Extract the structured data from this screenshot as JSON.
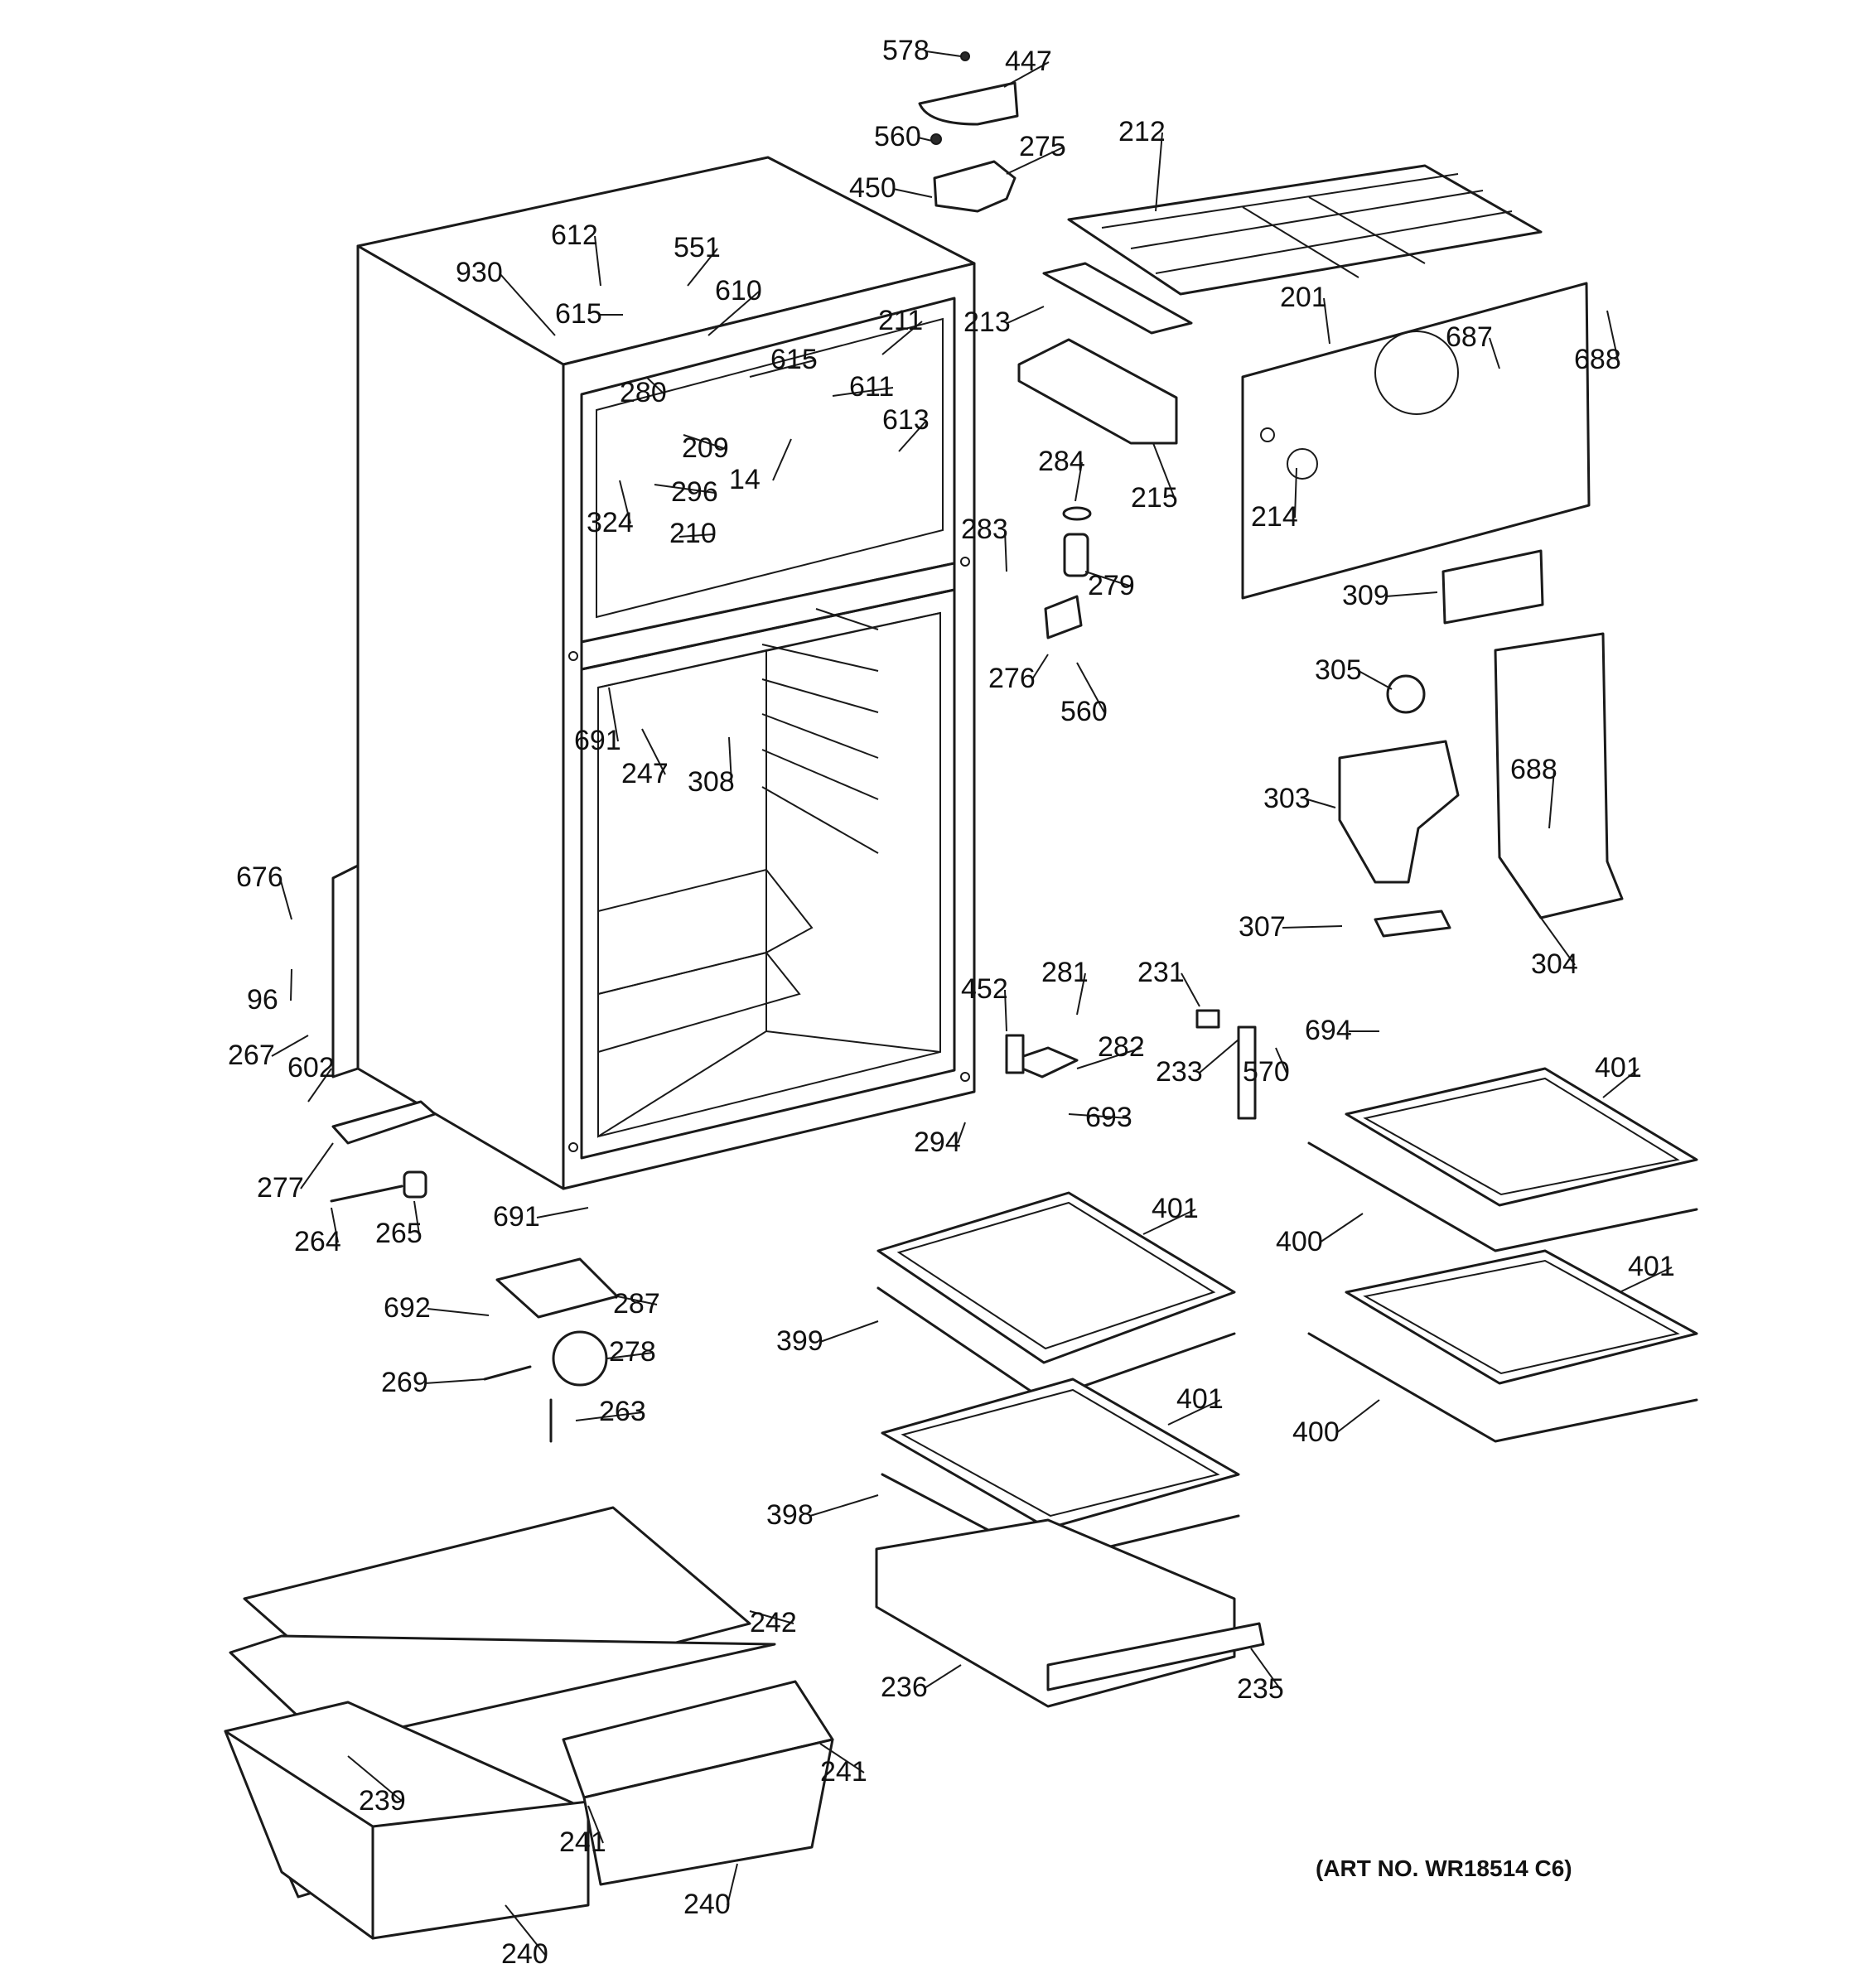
{
  "art_number": "(ART NO. WR18514 C6)",
  "callouts": [
    {
      "id": "c578",
      "text": "578"
    },
    {
      "id": "c447",
      "text": "447"
    },
    {
      "id": "c560a",
      "text": "560"
    },
    {
      "id": "c275",
      "text": "275"
    },
    {
      "id": "c450",
      "text": "450"
    },
    {
      "id": "c212",
      "text": "212"
    },
    {
      "id": "c612",
      "text": "612"
    },
    {
      "id": "c551",
      "text": "551"
    },
    {
      "id": "c930",
      "text": "930"
    },
    {
      "id": "c610",
      "text": "610"
    },
    {
      "id": "c615a",
      "text": "615"
    },
    {
      "id": "c211",
      "text": "211"
    },
    {
      "id": "c213",
      "text": "213"
    },
    {
      "id": "c201",
      "text": "201"
    },
    {
      "id": "c687",
      "text": "687"
    },
    {
      "id": "c688a",
      "text": "688"
    },
    {
      "id": "c615b",
      "text": "615"
    },
    {
      "id": "c280",
      "text": "280"
    },
    {
      "id": "c611",
      "text": "611"
    },
    {
      "id": "c613",
      "text": "613"
    },
    {
      "id": "c209",
      "text": "209"
    },
    {
      "id": "c14",
      "text": "14"
    },
    {
      "id": "c296",
      "text": "296"
    },
    {
      "id": "c324",
      "text": "324"
    },
    {
      "id": "c210",
      "text": "210"
    },
    {
      "id": "c284",
      "text": "284"
    },
    {
      "id": "c215",
      "text": "215"
    },
    {
      "id": "c214",
      "text": "214"
    },
    {
      "id": "c283",
      "text": "283"
    },
    {
      "id": "c279",
      "text": "279"
    },
    {
      "id": "c309",
      "text": "309"
    },
    {
      "id": "c276",
      "text": "276"
    },
    {
      "id": "c560b",
      "text": "560"
    },
    {
      "id": "c305",
      "text": "305"
    },
    {
      "id": "c691a",
      "text": "691"
    },
    {
      "id": "c247",
      "text": "247"
    },
    {
      "id": "c308",
      "text": "308"
    },
    {
      "id": "c303",
      "text": "303"
    },
    {
      "id": "c688b",
      "text": "688"
    },
    {
      "id": "c676",
      "text": "676"
    },
    {
      "id": "c307",
      "text": "307"
    },
    {
      "id": "c304",
      "text": "304"
    },
    {
      "id": "c96",
      "text": "96"
    },
    {
      "id": "c452",
      "text": "452"
    },
    {
      "id": "c281",
      "text": "281"
    },
    {
      "id": "c231",
      "text": "231"
    },
    {
      "id": "c694",
      "text": "694"
    },
    {
      "id": "c267",
      "text": "267"
    },
    {
      "id": "c602",
      "text": "602"
    },
    {
      "id": "c282",
      "text": "282"
    },
    {
      "id": "c233",
      "text": "233"
    },
    {
      "id": "c570",
      "text": "570"
    },
    {
      "id": "c401a",
      "text": "401"
    },
    {
      "id": "c693",
      "text": "693"
    },
    {
      "id": "c294",
      "text": "294"
    },
    {
      "id": "c277",
      "text": "277"
    },
    {
      "id": "c264",
      "text": "264"
    },
    {
      "id": "c265",
      "text": "265"
    },
    {
      "id": "c691b",
      "text": "691"
    },
    {
      "id": "c401b",
      "text": "401"
    },
    {
      "id": "c400a",
      "text": "400"
    },
    {
      "id": "c692",
      "text": "692"
    },
    {
      "id": "c287",
      "text": "287"
    },
    {
      "id": "c399",
      "text": "399"
    },
    {
      "id": "c401c",
      "text": "401"
    },
    {
      "id": "c278",
      "text": "278"
    },
    {
      "id": "c269",
      "text": "269"
    },
    {
      "id": "c263",
      "text": "263"
    },
    {
      "id": "c401d",
      "text": "401"
    },
    {
      "id": "c400b",
      "text": "400"
    },
    {
      "id": "c398",
      "text": "398"
    },
    {
      "id": "c242",
      "text": "242"
    },
    {
      "id": "c236",
      "text": "236"
    },
    {
      "id": "c235",
      "text": "235"
    },
    {
      "id": "c239",
      "text": "239"
    },
    {
      "id": "c241a",
      "text": "241"
    },
    {
      "id": "c241b",
      "text": "241"
    },
    {
      "id": "c240a",
      "text": "240"
    },
    {
      "id": "c240b",
      "text": "240"
    }
  ]
}
